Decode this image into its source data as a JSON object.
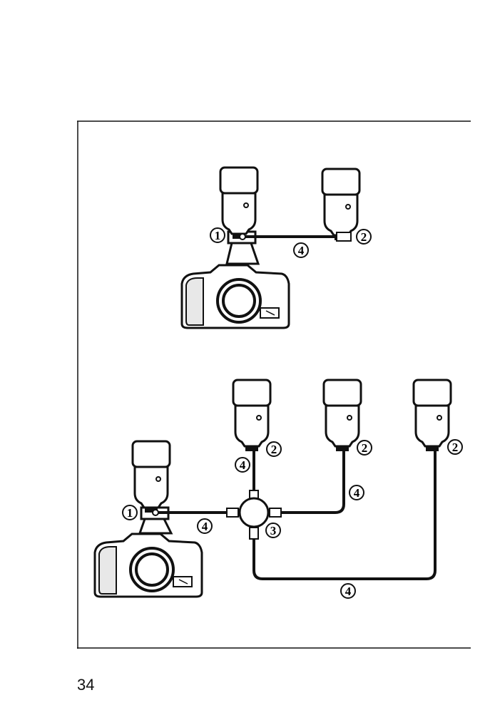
{
  "page": {
    "number": "34"
  },
  "diagram_top": {
    "labels": {
      "master_flash": "1",
      "slave_flash": "2",
      "cord": "4"
    }
  },
  "diagram_bottom": {
    "labels": {
      "master_flash": "1",
      "cord_main": "4",
      "adapter": "3",
      "slave_a": "2",
      "slave_b": "2",
      "slave_c": "2",
      "cord_slave_a": "4",
      "cord_slave_b": "4",
      "cord_slave_c": "4"
    }
  }
}
